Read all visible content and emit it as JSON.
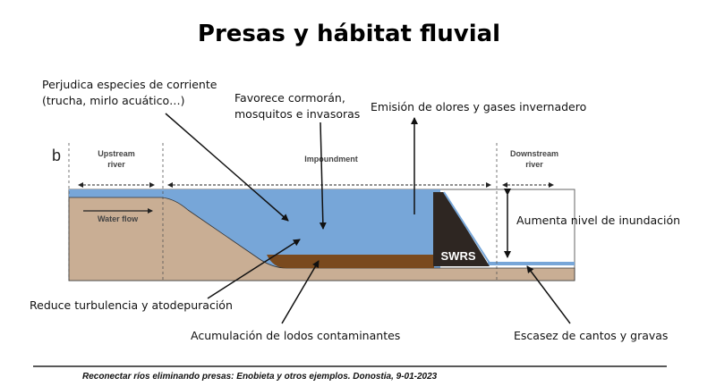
{
  "title": "Presas y hábitat fluvial",
  "diagram": {
    "panel_letter": "b",
    "zones": {
      "upstream": [
        "Upstream",
        "river"
      ],
      "impoundment": "Impoundment",
      "downstream": [
        "Downstream",
        "river"
      ]
    },
    "water_flow": "Water flow",
    "dam_label": "SWRS",
    "colors": {
      "water": "#77a6d8",
      "ground": "#c9ae94",
      "sediment": "#7a4a1e",
      "dam": "#2e2622"
    }
  },
  "annotations": {
    "perjudica": [
      "Perjudica especies de corriente",
      "(trucha, mirlo acuático…)"
    ],
    "favorece": [
      "Favorece cormorán,",
      "mosquitos e invasoras"
    ],
    "emision": "Emisión de olores y gases invernadero",
    "aumenta": "Aumenta nivel de inundación",
    "reduce": "Reduce turbulencia y atodepuración",
    "acumulacion": "Acumulación de lodos contaminantes",
    "escasez": "Escasez de cantos y gravas"
  },
  "footer": "Reconectar ríos eliminando presas: Enobieta y otros ejemplos. Donostia, 9-01-2023"
}
